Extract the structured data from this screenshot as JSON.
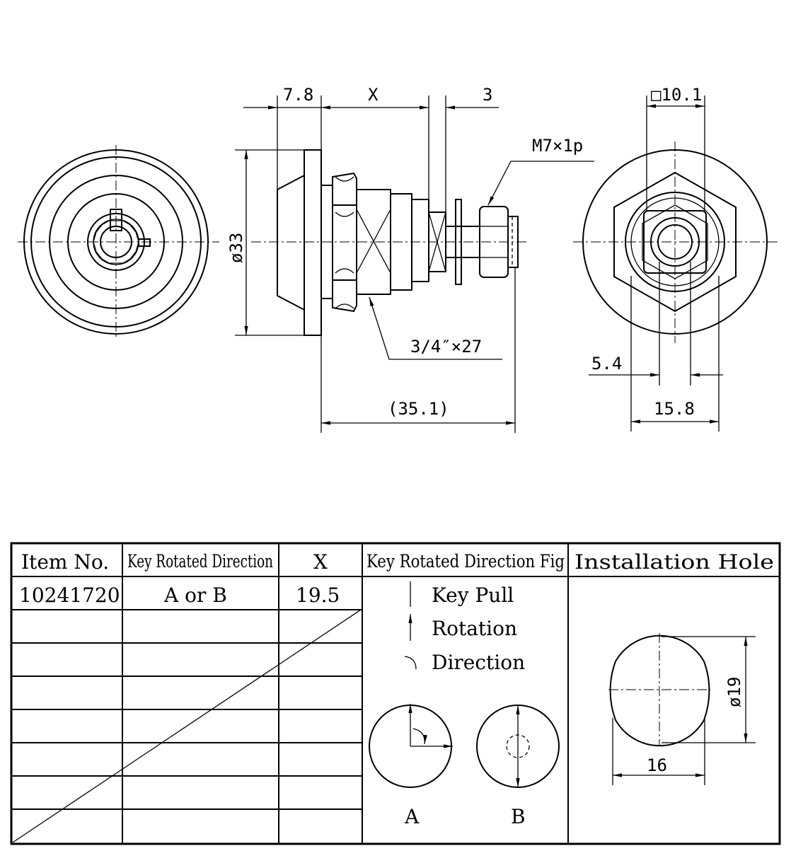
{
  "drawing": {
    "dims": {
      "top_left": "7.8",
      "x_label": "X",
      "right_gap": "3",
      "thread_end": "M7×1p",
      "diameter": "ø33",
      "thread_body": "3/4″×27",
      "total_length": "(35.1)",
      "square": "□10.1",
      "width_5_4": "5.4",
      "width_15_8": "15.8"
    }
  },
  "table": {
    "headers": {
      "item": "Item No.",
      "direction": "Key Rotated Direction",
      "x": "X",
      "fig": "Key Rotated Direction Fig",
      "hole": "Installation Hole"
    },
    "row": {
      "item": "10241720",
      "direction": "A or B",
      "x": "19.5"
    },
    "legend": {
      "pull": "Key Pull",
      "rotation": "Rotation",
      "direction": "Direction"
    },
    "fig_labels": {
      "a": "A",
      "b": "B"
    },
    "hole_dims": {
      "diameter": "ø19",
      "width": "16"
    }
  }
}
